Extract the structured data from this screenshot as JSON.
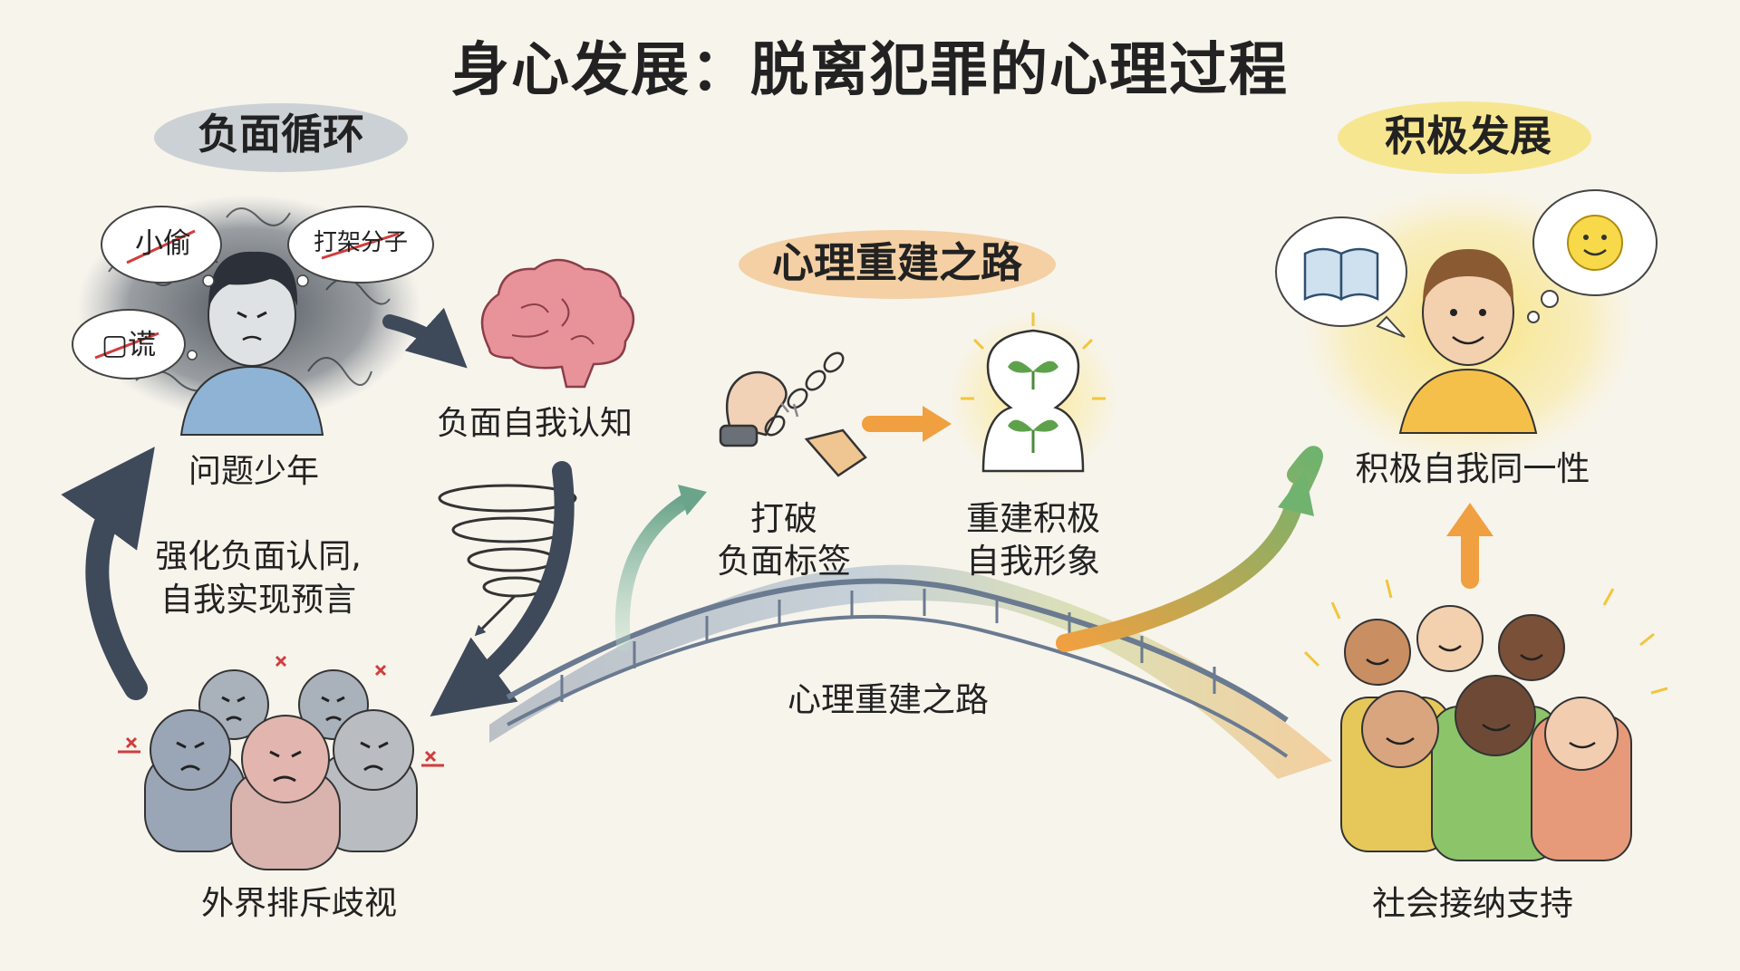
{
  "title": "身心发展：脱离犯罪的心理过程",
  "sections": {
    "negative": "负面循环",
    "rebuild": "心理重建之路",
    "positive": "积极发展"
  },
  "labels": {
    "labels_thief": "小偷",
    "labels_fighter": "打架分子",
    "labels_liar": "▢谎",
    "problem_youth": "问题少年",
    "negative_cognition": "负面自我认知",
    "reinforce_line1": "强化负面认同,",
    "reinforce_line2": "自我实现预言",
    "exclusion": "外界排斥歧视",
    "break_line1": "打破",
    "break_line2": "负面标签",
    "rebuild_line1": "重建积极",
    "rebuild_line2": "自我形象",
    "bridge": "心理重建之路",
    "positive_identity": "积极自我同一性",
    "social_support": "社会接纳支持"
  },
  "colors": {
    "background": "#f7f4ec",
    "negative_cloud": "#5b6470",
    "rebuild_highlight": "#f3b36a",
    "positive_glow": "#f7df6a",
    "arrow_dark": "#3e4a5a",
    "arrow_green": "#7fb77e",
    "arrow_orange": "#f0a040",
    "brain": "#e8929a"
  },
  "icons": [
    "brain-icon",
    "spiral-icon",
    "broken-chain-icon",
    "sprout-icon",
    "book-icon",
    "smiley-icon"
  ]
}
